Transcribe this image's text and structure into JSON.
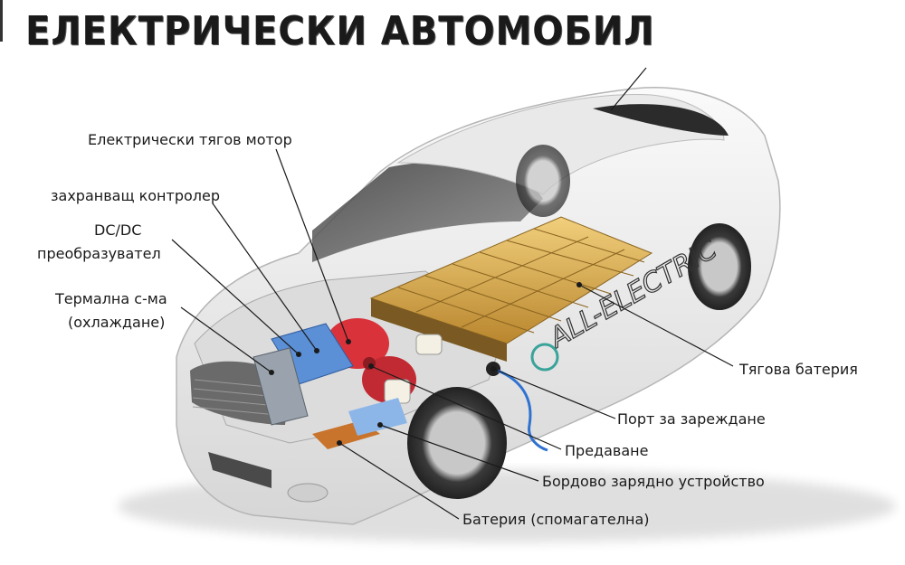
{
  "title": "ЕЛЕКТРИЧЕСКИ АВТОМОБИЛ",
  "car_side_text": "ALL-ELECTRIC",
  "labels": {
    "motor": "Електрически тягов мотор",
    "controller": "захранващ  контролер",
    "dcdc_line1": "DC/DC",
    "dcdc_line2": "преобразувател",
    "thermal_line1": "Термална с-ма",
    "thermal_line2": "(охлаждане)",
    "traction_battery": "Тягова батерия",
    "charge_port": "Порт за зареждане",
    "transmission": "Предаване",
    "onboard_charger": "Бордово зарядно устройство",
    "aux_battery": "Батерия (спомагателна)"
  },
  "colors": {
    "body": "#eeeeee",
    "battery_gold": "#d9a84a",
    "motor_red": "#d9323a",
    "converter_blue": "#5b8fd6",
    "cable_blue": "#2f72d0",
    "aux_orange": "#c9742c"
  }
}
